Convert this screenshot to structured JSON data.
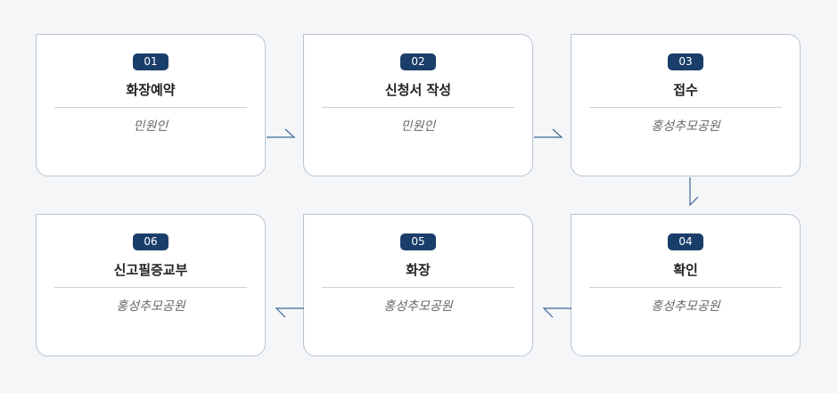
{
  "steps": [
    {
      "num": "01",
      "title": "화장예약",
      "owner": "민원인"
    },
    {
      "num": "02",
      "title": "신청서 작성",
      "owner": "민원인"
    },
    {
      "num": "03",
      "title": "접수",
      "owner": "홍성추모공원"
    },
    {
      "num": "04",
      "title": "확인",
      "owner": "홍성추모공원"
    },
    {
      "num": "05",
      "title": "화장",
      "owner": "홍성추모공원"
    },
    {
      "num": "06",
      "title": "신고필증교부",
      "owner": "홍성추모공원"
    }
  ],
  "colors": {
    "badge": "#1a3e6a",
    "arrow": "#3b6698",
    "card_border": "#b8c4d2",
    "background": "#f5f6f8"
  }
}
